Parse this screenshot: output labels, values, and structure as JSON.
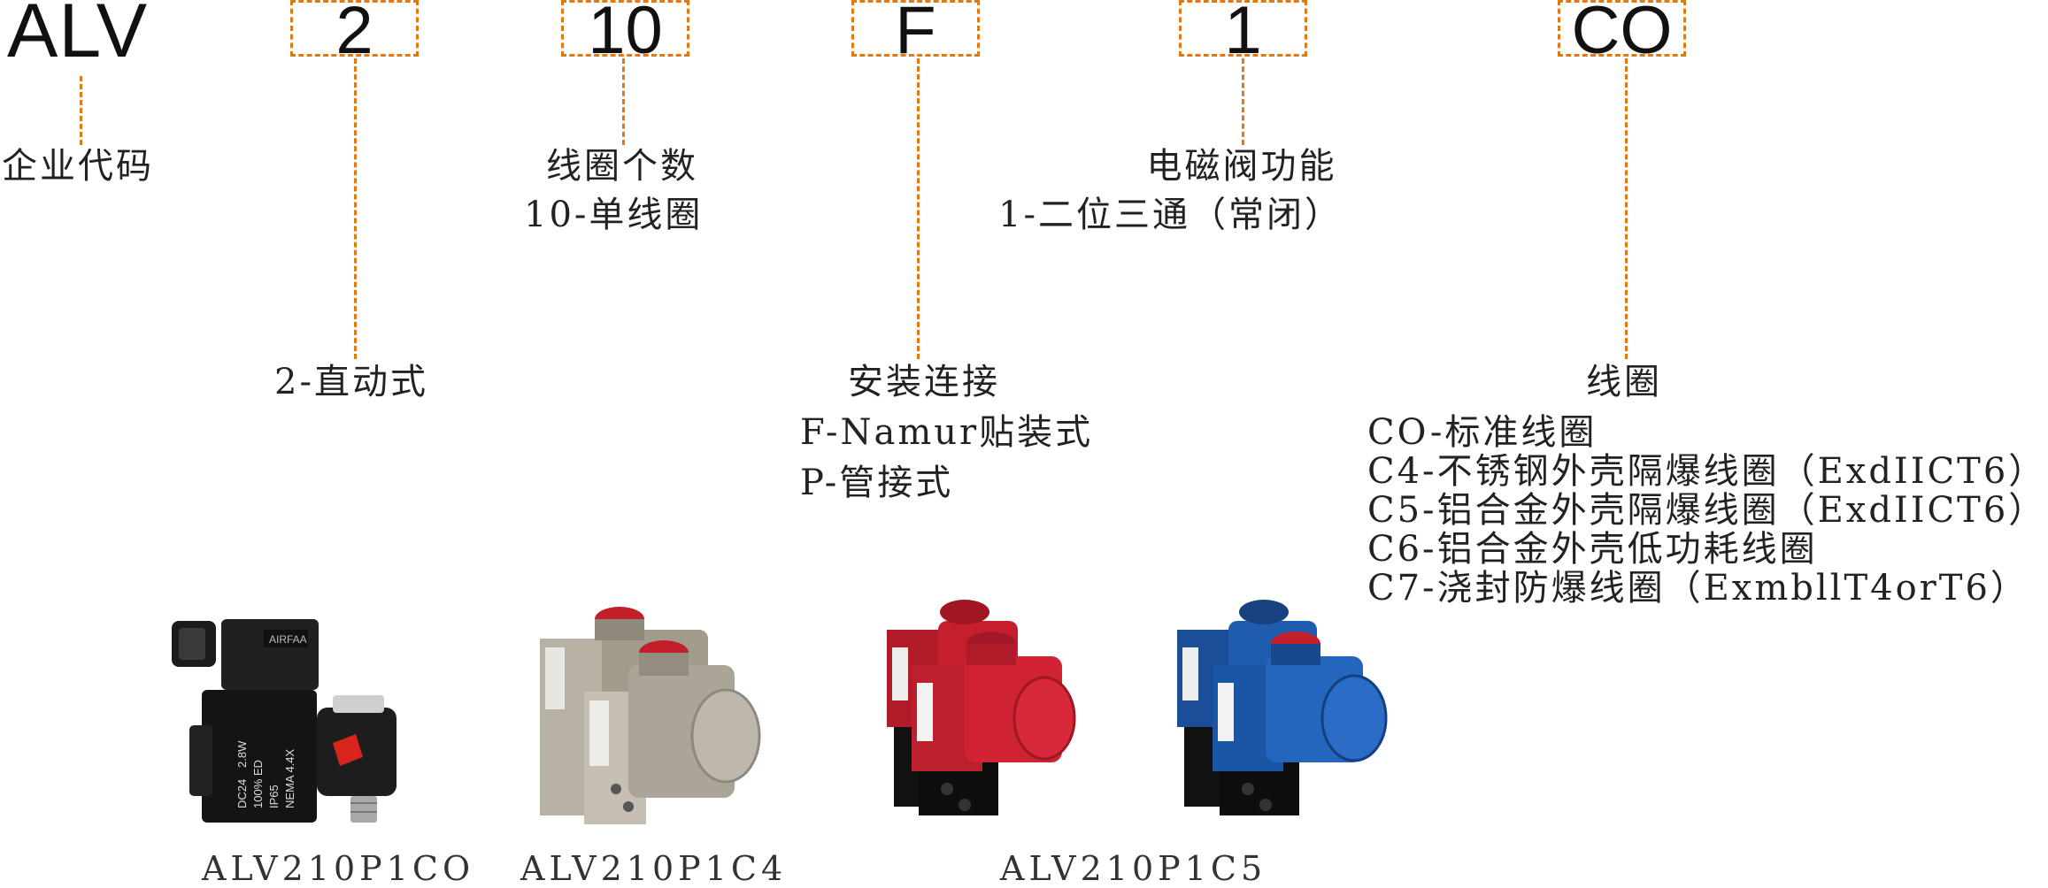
{
  "brand": "ALV",
  "codes": [
    "2",
    "10",
    "F",
    "1",
    "CO"
  ],
  "labels": {
    "company": "企业代码",
    "action": "2-直动式",
    "coil_count_title": "线圈个数",
    "coil_count_opt": "10-单线圈",
    "mount_title": "安装连接",
    "mount_opt1": "F-Namur贴装式",
    "mount_opt2": "P-管接式",
    "function_title": "电磁阀功能",
    "function_opt": "1-二位三通（常闭）",
    "coil_title": "线圈",
    "coil_opts": [
      "CO-标准线圈",
      "C4-不锈钢外壳隔爆线圈（ExdIICT6）",
      "C5-铝合金外壳隔爆线圈（ExdIICT6）",
      "C6-铝合金外壳低功耗线圈",
      "C7-浇封防爆线圈（ExmbllT4orT6）"
    ]
  },
  "products": [
    {
      "caption": "ALV210P1CO"
    },
    {
      "caption": "ALV210P1C4"
    },
    {
      "caption": "ALV210P1C5"
    }
  ],
  "product_text": {
    "voltage": "DC24",
    "power": "2.8W",
    "duty": "100% ED",
    "ip": "IP65",
    "nema": "NEMA 4.4X"
  },
  "colors": {
    "accent": "#e07a10",
    "red_coil": "#c8202e",
    "blue_coil": "#1e5fb0",
    "silver_body": "#b9b4a8"
  }
}
